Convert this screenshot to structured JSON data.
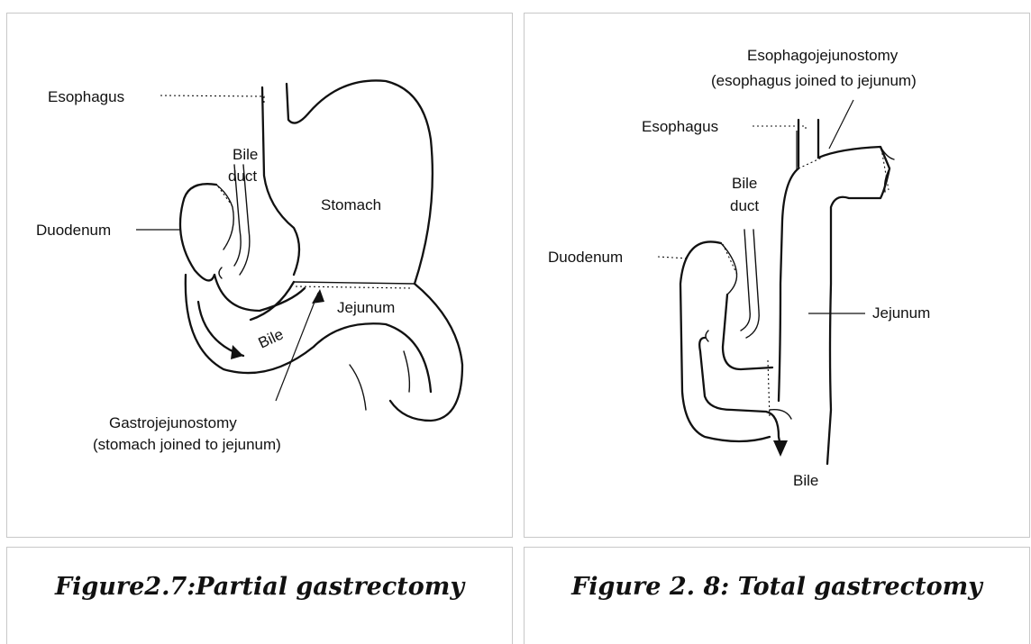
{
  "figures": [
    {
      "labels": {
        "esophagus": "Esophagus",
        "bile_duct_line1": "Bile",
        "bile_duct_line2": "duct",
        "stomach": "Stomach",
        "duodenum": "Duodenum",
        "jejunum": "Jejunum",
        "bile": "Bile",
        "anastomosis_line1": "Gastrojejunostomy",
        "anastomosis_line2": "(stomach joined to jejunum)"
      },
      "caption": "Figure2.7:Partial gastrectomy"
    },
    {
      "labels": {
        "anastomosis_line1": "Esophagojejunostomy",
        "anastomosis_line2": "(esophagus joined to jejunum)",
        "esophagus": "Esophagus",
        "bile_duct_line1": "Bile",
        "bile_duct_line2": "duct",
        "duodenum": "Duodenum",
        "jejunum": "Jejunum",
        "bile": "Bile"
      },
      "caption": "Figure 2. 8: Total gastrectomy"
    }
  ]
}
